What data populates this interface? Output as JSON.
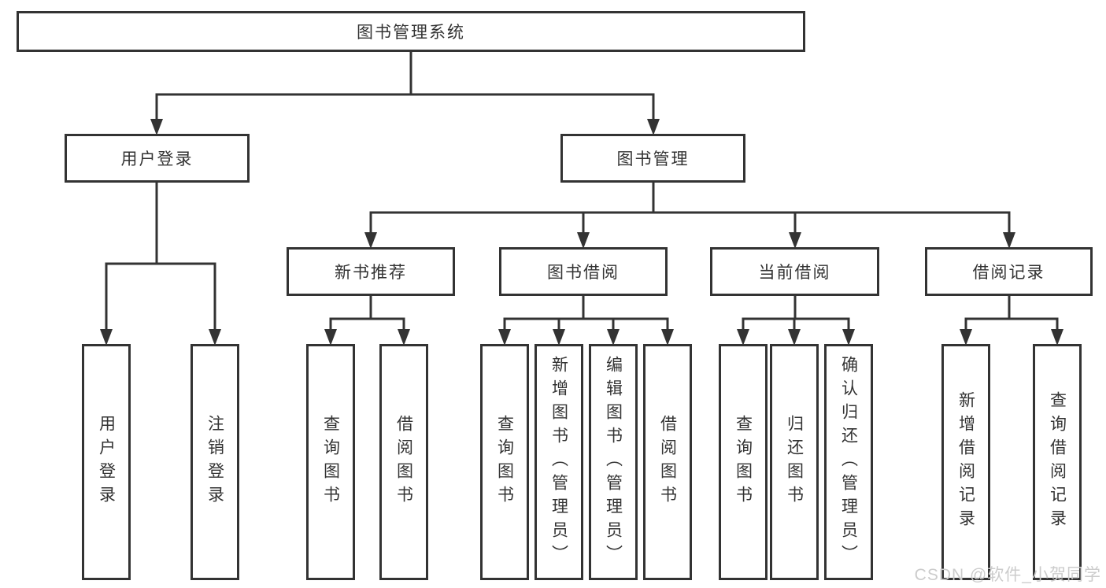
{
  "colors": {
    "line": "#333333",
    "box_border": "#333333",
    "box_background": "#ffffff",
    "text": "#333333",
    "watermark": "#cccccc"
  },
  "tree": {
    "label": "图书管理系统",
    "children": [
      {
        "label": "用户登录",
        "children": [
          {
            "label": "用户登录"
          },
          {
            "label": "注销登录"
          }
        ]
      },
      {
        "label": "图书管理",
        "children": [
          {
            "label": "新书推荐",
            "children": [
              {
                "label": "查询图书"
              },
              {
                "label": "借阅图书"
              }
            ]
          },
          {
            "label": "图书借阅",
            "children": [
              {
                "label": "查询图书"
              },
              {
                "label": "新增图书（管理员）"
              },
              {
                "label": "编辑图书（管理员）"
              },
              {
                "label": "借阅图书"
              }
            ]
          },
          {
            "label": "当前借阅",
            "children": [
              {
                "label": "查询图书"
              },
              {
                "label": "归还图书"
              },
              {
                "label": "确认归还（管理员）"
              }
            ]
          },
          {
            "label": "借阅记录",
            "children": [
              {
                "label": "新增借阅记录"
              },
              {
                "label": "查询借阅记录"
              }
            ]
          }
        ]
      }
    ]
  },
  "watermark": {
    "text": "CSDN @软件_小贺同学"
  }
}
